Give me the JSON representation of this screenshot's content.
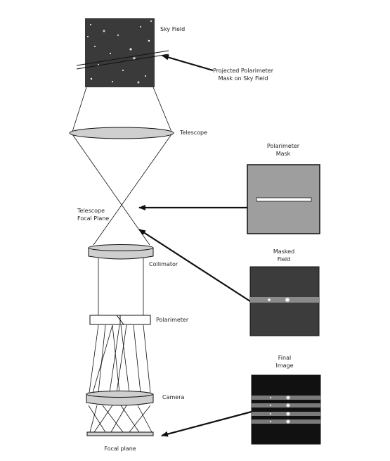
{
  "labels": {
    "sky_field": "Sky Field",
    "projected_mask_line1": "Projected Polarimeter",
    "projected_mask_line2": "Mask on Sky Field",
    "telescope": "Telescope",
    "polarimeter_mask_line1": "Polarimeter",
    "polarimeter_mask_line2": "Mask",
    "telescope_focal_plane_line1": "Telescope",
    "telescope_focal_plane_line2": "Focal Plane",
    "masked_field_line1": "Masked",
    "masked_field_line2": "Field",
    "collimator": "Collimator",
    "polarimeter": "Polarimeter",
    "final_image_line1": "Final",
    "final_image_line2": "Image",
    "camera": "Camera",
    "focal_plane": "Focal plane"
  },
  "colors": {
    "sky_background": "#3a3a3a",
    "mask_panel": "#9e9e9e",
    "masked_field_background": "#3c3c3c",
    "final_image_background": "#111111",
    "lens_fill": "#cfcfcf",
    "line": "#111111"
  }
}
